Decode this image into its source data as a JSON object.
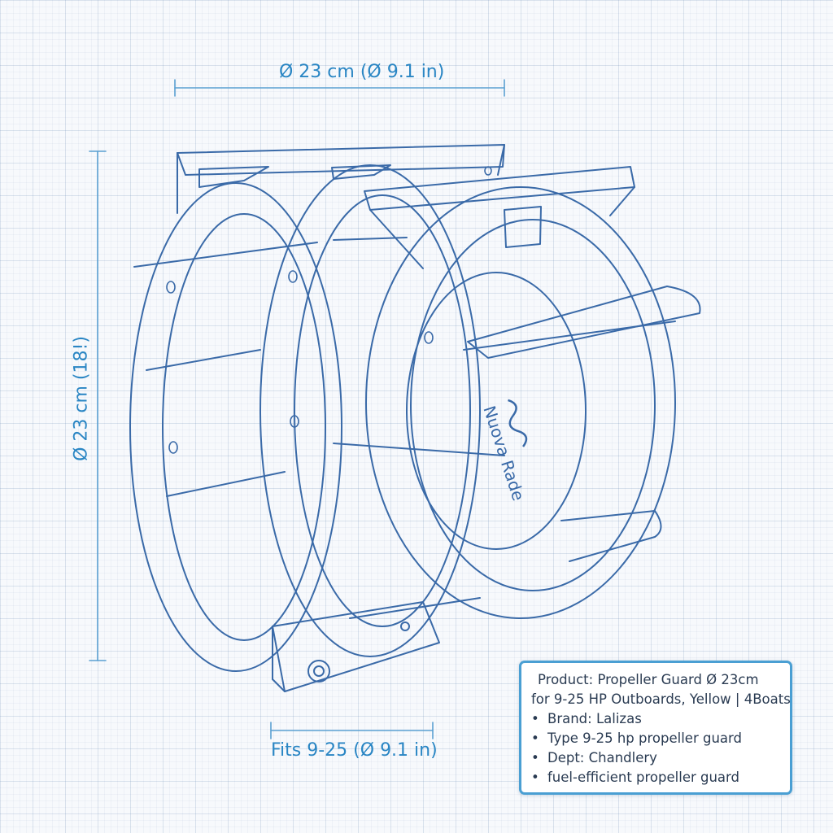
{
  "dimensions": {
    "top": "Ø 23 cm (Ø 9.1 in)",
    "left": "Ø 23 cm (18!)",
    "bottom": "Fits 9-25 (Ø 9.1 in)"
  },
  "sketch": {
    "brand_logo_text": "Nuova Rade"
  },
  "info_card": {
    "title_line1": "Product: Propeller Guard Ø 23cm",
    "title_line2": "for 9-25 HP Outboards, Yellow | 4Boats",
    "bullet_symbol": "•",
    "bullets": [
      "Brand: Lalizas",
      "Type 9-25 hp propeller guard",
      "Dept: Chandlery",
      "fuel-efficient propeller guard"
    ]
  },
  "colors": {
    "dimension_blue": "#2a86c4",
    "sketch_line": "#3a6aa8",
    "card_border": "#4a9fd3",
    "card_text": "#2a3b52"
  }
}
